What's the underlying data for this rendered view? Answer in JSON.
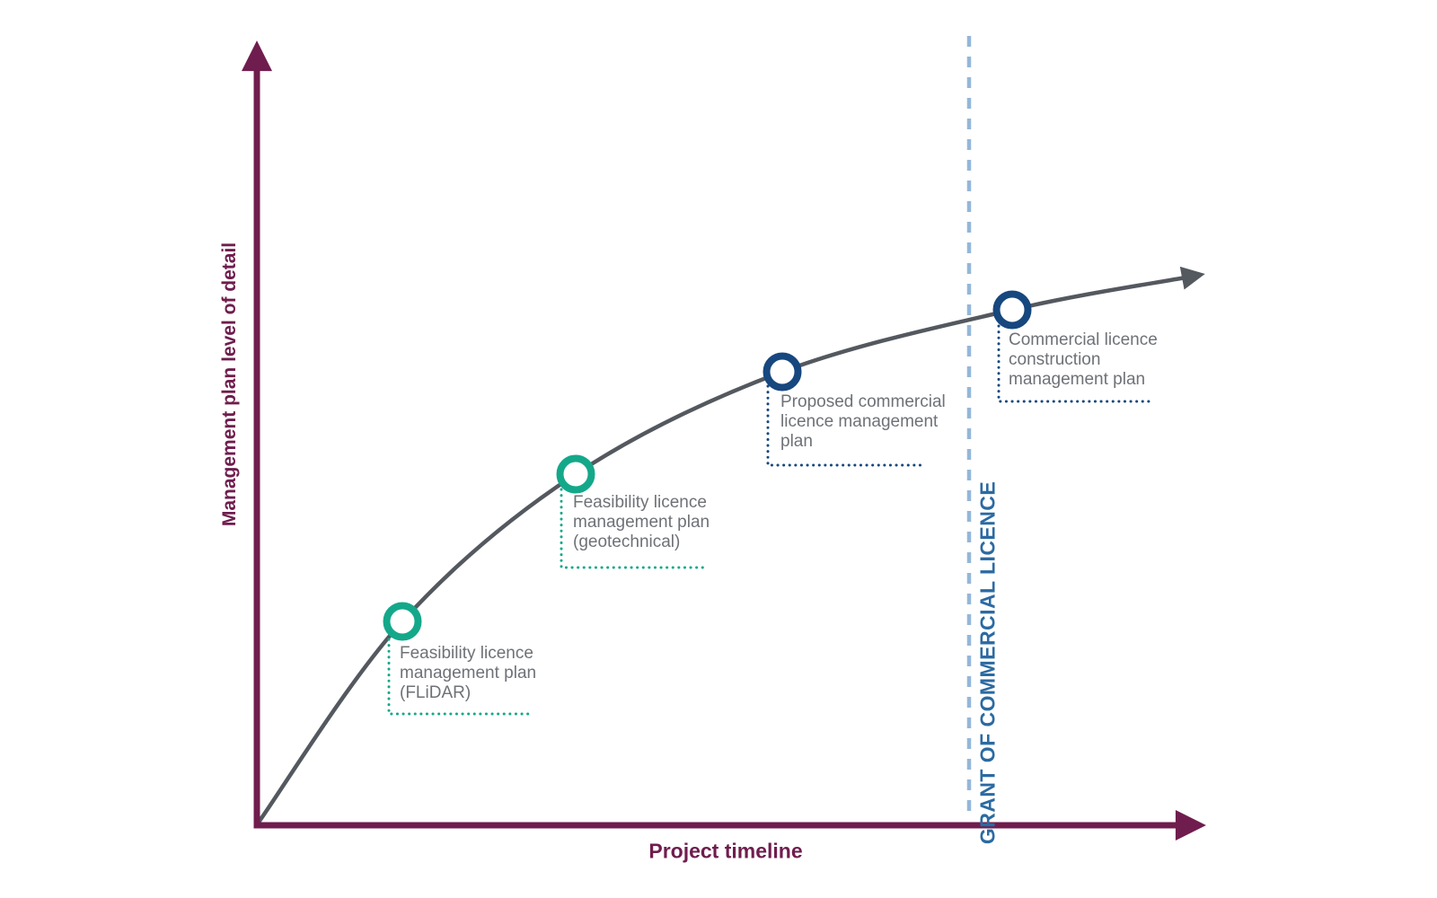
{
  "axes": {
    "y_label": "Management plan level of detail",
    "x_label": "Project timeline",
    "color": "#6f1d4e"
  },
  "curve": {
    "color": "#54585f"
  },
  "grant_line": {
    "label": "GRANT OF COMMERCIAL LICENCE",
    "line_color": "#94b7d9",
    "text_color": "#2b6aa2"
  },
  "milestones": [
    {
      "label": "Feasibility licence\nmanagement plan\n(FLiDAR)",
      "circle_color": "#14a88a"
    },
    {
      "label": "Feasibility licence\nmanagement plan\n(geotechnical)",
      "circle_color": "#14a88a"
    },
    {
      "label": "Proposed commercial\nlicence management\nplan",
      "circle_color": "#16477e"
    },
    {
      "label": "Commercial licence\nconstruction\nmanagement plan",
      "circle_color": "#16477e"
    }
  ],
  "colors": {
    "label_text": "#6e7277",
    "background": "#ffffff"
  }
}
